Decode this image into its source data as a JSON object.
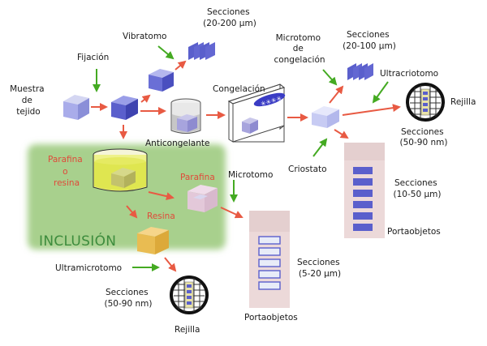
{
  "labels": {
    "muestra_1": "Muestra",
    "muestra_2": "de",
    "muestra_3": "tejido",
    "fijacion": "Fijación",
    "vibratomo": "Vibratomo",
    "secciones_vib_1": "Secciones",
    "secciones_vib_2": "(20-200 µm)",
    "anticongelante": "Anticongelante",
    "congelacion": "Congelación",
    "microtomo_cong_1": "Microtomo",
    "microtomo_cong_2": "de",
    "microtomo_cong_3": "congelación",
    "secciones_cong_1": "Secciones",
    "secciones_cong_2": "(20-100 µm)",
    "ultracriotomo": "Ultracriotomo",
    "rejilla_right": "Rejilla",
    "secciones_ultra_1": "Secciones",
    "secciones_ultra_2": "(50-90 nm)",
    "criostato": "Criostato",
    "secciones_crio_1": "Secciones",
    "secciones_crio_2": "(10-50 µm)",
    "portaobjetos_right": "Portaobjetos",
    "parafina_o_resina_1": "Parafina",
    "parafina_o_resina_2": "o",
    "parafina_o_resina_3": "resina",
    "parafina": "Parafina",
    "resina": "Resina",
    "microtomo": "Microtomo",
    "inclusion": "INCLUSIÓN",
    "ultramicrotomo": "Ultramicrotomo",
    "secciones_micro_1": "Secciones",
    "secciones_micro_2": "(5-20 µm)",
    "portaobjetos_mid": "Portaobjetos",
    "secciones_ultramicro_1": "Secciones",
    "secciones_ultramicro_2": "(50-90 nm)",
    "rejilla_bottom": "Rejilla",
    "snowflakes": "✳✳✳✳"
  },
  "colors": {
    "arrow_red": "#e85a43",
    "arrow_green": "#44aa22",
    "inclusion_area": "#a8d08d",
    "label_red": "#e04a3a",
    "inclusion_text": "#3d8c3d",
    "block_blue": "#5a5fcc",
    "slide": "#ecd9d9"
  },
  "icons": {
    "tissue": "cube-icon",
    "beaker": "beaker-icon",
    "freezer": "box-icon",
    "grid": "grid-icon",
    "slide": "slide-icon"
  }
}
